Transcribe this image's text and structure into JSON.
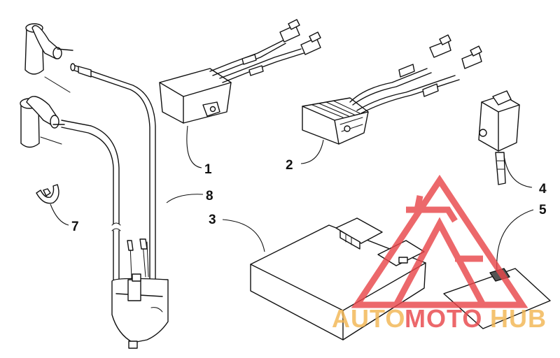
{
  "diagram": {
    "callouts": [
      {
        "id": "part-1",
        "label": "1"
      },
      {
        "id": "part-2",
        "label": "2"
      },
      {
        "id": "part-3",
        "label": "3"
      },
      {
        "id": "part-4",
        "label": "4"
      },
      {
        "id": "part-5",
        "label": "5"
      },
      {
        "id": "part-7",
        "label": "7"
      },
      {
        "id": "part-8",
        "label": "8"
      }
    ]
  },
  "watermark": {
    "text_part1": "AUTO",
    "text_part2": "MOTO",
    "text_part3": "HUB",
    "colors": {
      "triangle": "#e8474b",
      "auto": "#f2b654",
      "moto": "#e8474b",
      "hub": "#f2b654"
    }
  }
}
